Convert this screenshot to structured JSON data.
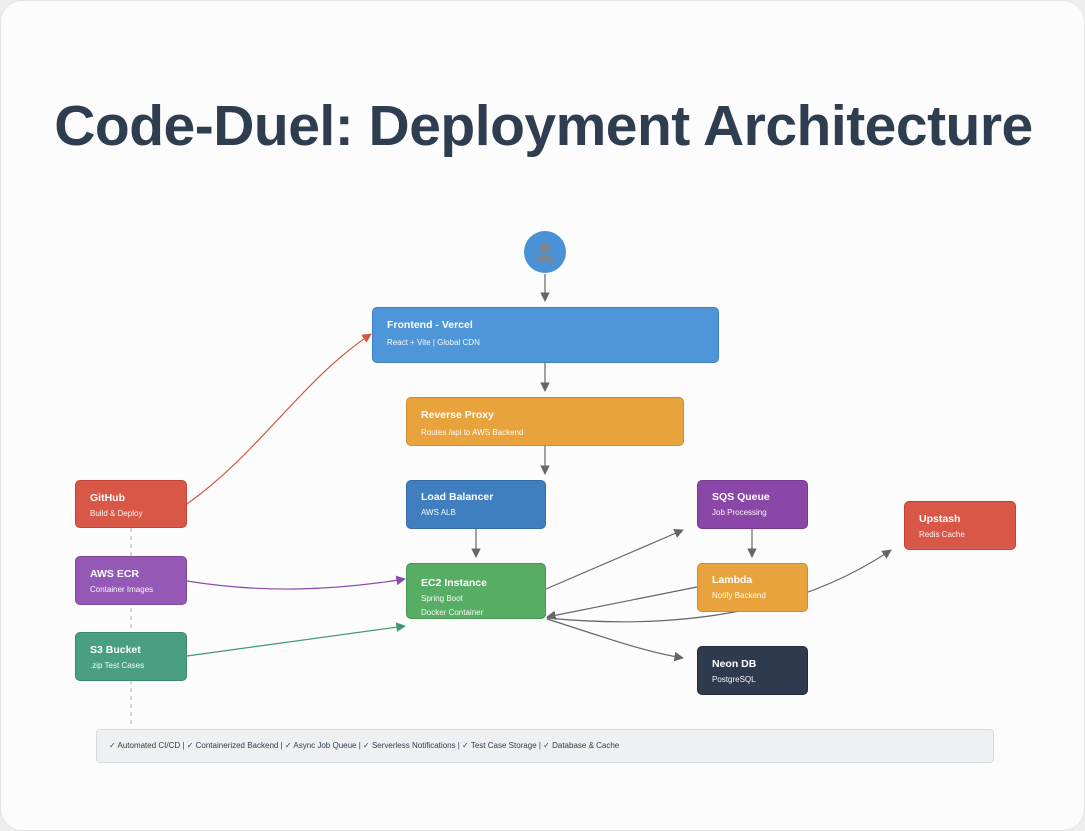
{
  "page": {
    "title": "Code-Duel: Deployment Architecture"
  },
  "icons": {
    "user": "user-icon"
  },
  "nodes": {
    "frontend": {
      "title": "Frontend - Vercel",
      "subtitle": "React + Vite | Global CDN",
      "color": "#4f96d8"
    },
    "proxy": {
      "title": "Reverse Proxy",
      "subtitle": "Routes /api to AWS Backend",
      "color": "#e8a33d"
    },
    "lb": {
      "title": "Load Balancer",
      "subtitle": "AWS ALB",
      "color": "#3f7fbf"
    },
    "ec2": {
      "title": "EC2 Instance",
      "subtitle": "Spring Boot",
      "subtitle2": "Docker Container",
      "color": "#57ad63"
    },
    "github": {
      "title": "GitHub",
      "subtitle": "Build & Deploy",
      "color": "#d85746"
    },
    "ecr": {
      "title": "AWS ECR",
      "subtitle": "Container Images",
      "color": "#9459b5"
    },
    "s3": {
      "title": "S3 Bucket",
      "subtitle": ".zip Test Cases",
      "color": "#4a9e82"
    },
    "sqs": {
      "title": "SQS Queue",
      "subtitle": "Job Processing",
      "color": "#8a47a8"
    },
    "lambda": {
      "title": "Lambda",
      "subtitle": "Notify Backend",
      "color": "#e8a33d"
    },
    "upstash": {
      "title": "Upstash",
      "subtitle": "Redis Cache",
      "color": "#d85746"
    },
    "neon": {
      "title": "Neon DB",
      "subtitle": "PostgreSQL",
      "color": "#2e3b4e"
    }
  },
  "edge_colors": {
    "default": "#666666",
    "github": "#cf5a45",
    "ecr": "#8e4aa8",
    "s3": "#3f9a6e"
  },
  "legend": {
    "text": "✓ Automated CI/CD | ✓ Containerized Backend | ✓ Async Job Queue | ✓ Serverless Notifications | ✓ Test Case Storage | ✓ Database & Cache"
  }
}
